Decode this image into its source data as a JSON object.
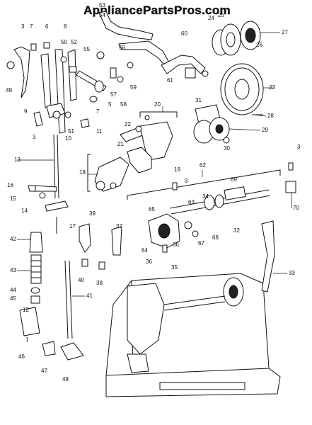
{
  "watermark": "AppliancePartsPros.com",
  "callouts": [
    "1",
    "3",
    "3",
    "3",
    "3",
    "5",
    "6",
    "7",
    "7",
    "8",
    "9",
    "10",
    "11",
    "12",
    "13",
    "14",
    "15",
    "16",
    "17",
    "18",
    "19",
    "20",
    "21",
    "22",
    "23",
    "24",
    "25",
    "26",
    "27",
    "28",
    "29",
    "30",
    "31",
    "32",
    "33",
    "34",
    "35",
    "36",
    "37",
    "38",
    "39",
    "40",
    "41",
    "42",
    "43",
    "44",
    "45",
    "46",
    "47",
    "48",
    "49",
    "50",
    "51",
    "52",
    "53",
    "54",
    "55",
    "56",
    "57",
    "58",
    "59",
    "60",
    "61",
    "62",
    "63",
    "64",
    "65",
    "66",
    "67",
    "68",
    "69",
    "70"
  ]
}
